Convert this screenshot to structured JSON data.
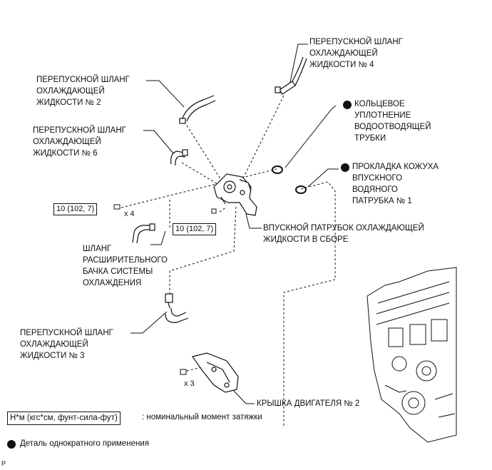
{
  "labels": {
    "hose4": [
      "ПЕРЕПУСКНОЙ ШЛАНГ",
      "ОХЛАЖДАЮЩЕЙ",
      "ЖИДКОСТИ № 4"
    ],
    "hose2": [
      "ПЕРЕПУСКНОЙ ШЛАНГ",
      "ОХЛАЖДАЮЩЕЙ",
      "ЖИДКОСТИ № 2"
    ],
    "oring": [
      "КОЛЬЦЕВОЕ",
      "УПЛОТНЕНИЕ",
      "ВОДООТВОДЯЩЕЙ",
      "ТРУБКИ"
    ],
    "hose6": [
      "ПЕРЕПУСКНОЙ ШЛАНГ",
      "ОХЛАЖДАЮЩЕЙ",
      "ЖИДКОСТИ № 6"
    ],
    "gasket": [
      "ПРОКЛАДКА КОЖУХА",
      "ВПУСКНОГО",
      "ВОДЯНОГО",
      "ПАТРУБКА № 1"
    ],
    "inlet": [
      "ВПУСКНОЙ ПАТРУБОК ОХЛАЖДАЮЩЕЙ",
      "ЖИДКОСТИ В СБОРЕ"
    ],
    "reservoir": [
      "ШЛАНГ",
      "РАСШИРИТЕЛЬНОГО",
      "БАЧКА СИСТЕМЫ",
      "ОХЛАЖДЕНИЯ"
    ],
    "hose3": [
      "ПЕРЕПУСКНОЙ ШЛАНГ",
      "ОХЛАЖДАЮЩЕЙ",
      "ЖИДКОСТИ № 3"
    ],
    "cover": [
      "КРЫШКА ДВИГАТЕЛЯ № 2"
    ]
  },
  "torque": {
    "left": "10 (102, 7)",
    "right": "10 (102, 7)",
    "left_qty": "x 4",
    "cover_qty": "x 3"
  },
  "legend": {
    "torque_box": "Н*м (кгс*см, фунт-сила-фут)",
    "torque_text": ": номинальный момент затяжки",
    "single_use": "Деталь однократного применения"
  },
  "corner_code": "P"
}
